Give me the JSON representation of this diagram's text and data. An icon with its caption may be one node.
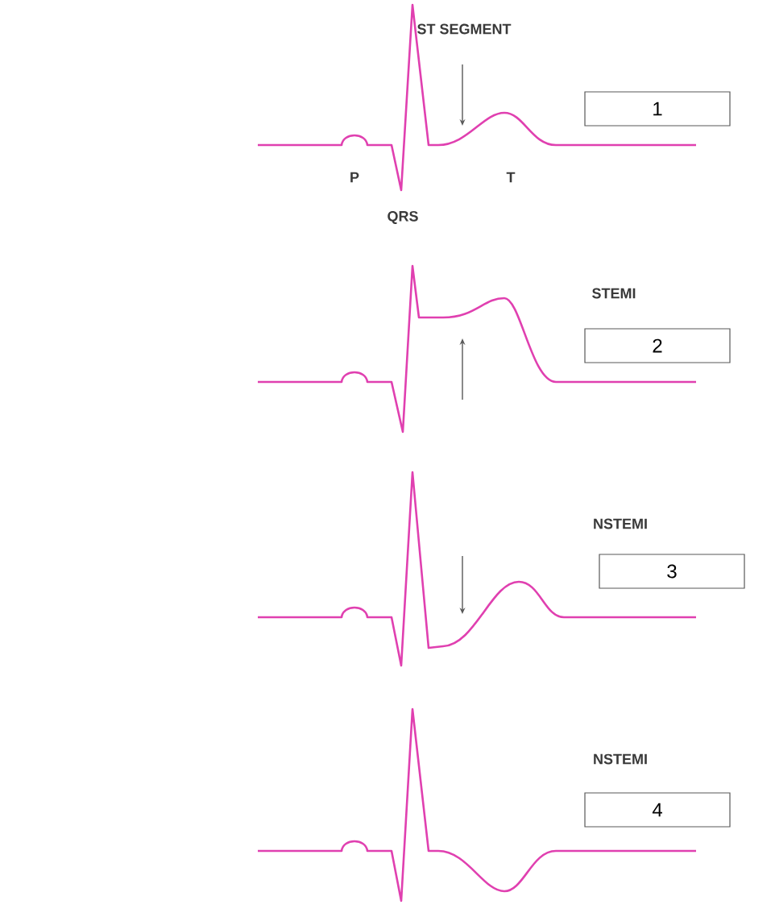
{
  "diagram": {
    "nodes": [
      {
        "text": [
          "1"
        ]
      },
      {
        "text": [
          "2"
        ]
      },
      {
        "text": [
          "3"
        ]
      },
      {
        "text": [
          "4"
        ]
      }
    ],
    "labels": [
      "ST SEGMENT",
      "P",
      "T",
      "QRS",
      "STEMI",
      "NSTEMI",
      "NSTEMI"
    ]
  }
}
